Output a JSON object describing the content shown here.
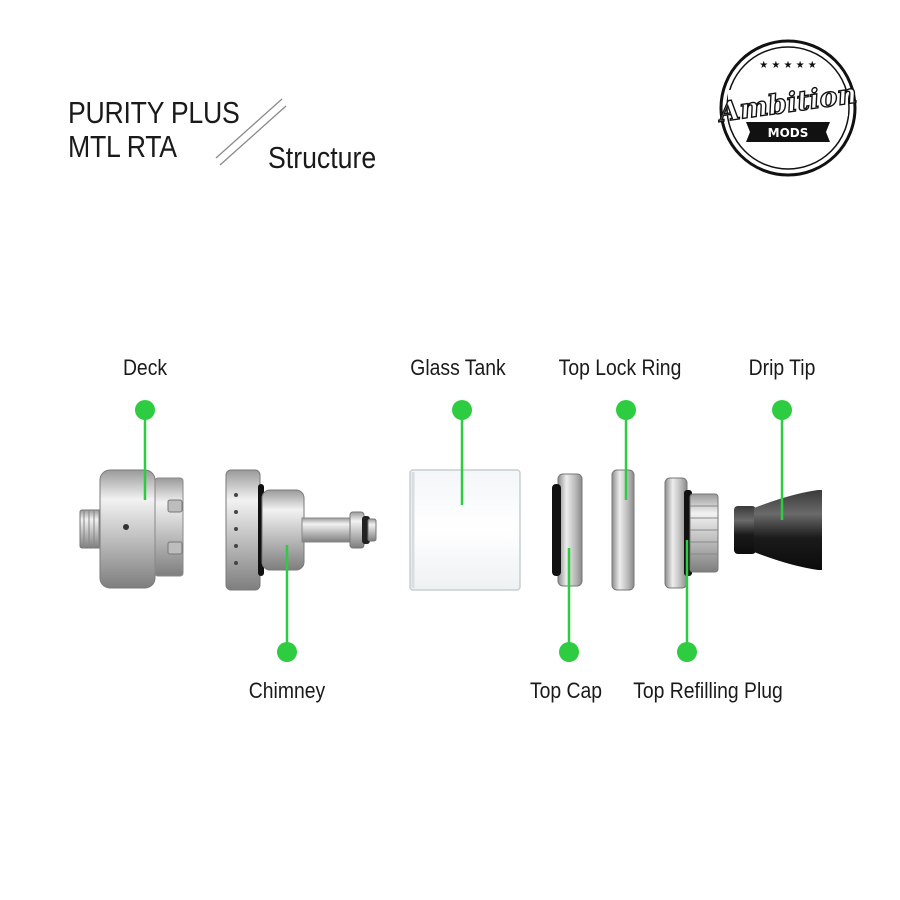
{
  "header": {
    "title_line1": "PURITY PLUS",
    "title_line2": "MTL RTA",
    "subtitle": "Structure"
  },
  "logo": {
    "script_text": "Ambition",
    "banner_text": "MODS",
    "stars": "★ ★ ★ ★ ★"
  },
  "parts": {
    "deck": "Deck",
    "chimney": "Chimney",
    "glass_tank": "Glass Tank",
    "top_cap": "Top Cap",
    "top_lock_ring": "Top Lock Ring",
    "top_refilling_plug": "Top Refilling Plug",
    "drip_tip": "Drip Tip"
  },
  "colors": {
    "callout": "#2ecc40",
    "metal": "#c9c9c9",
    "text": "#1a1a1a"
  }
}
